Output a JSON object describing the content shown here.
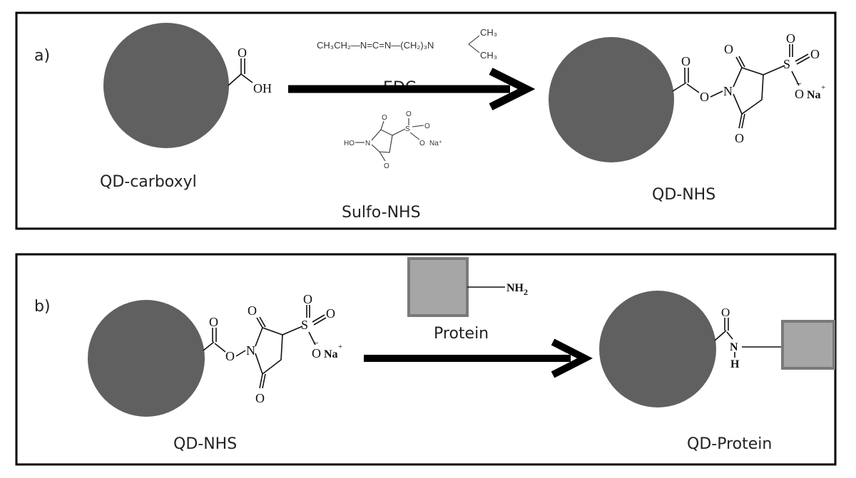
{
  "panel_a": {
    "tag": "a)",
    "start_label": "QD-carboxyl",
    "reagent1_label": "EDC",
    "reagent2_label": "Sulfo-NHS",
    "product_label": "QD-NHS",
    "carboxyl": {
      "o": "O",
      "oh": "OH"
    },
    "edc_formula": {
      "main": "CH₃CH₂—N=C=N—(CH₂)₃N",
      "me1": "CH₃",
      "me2": "CH₃"
    },
    "sulfo_small": {
      "ho": "HO",
      "n": "N",
      "o_top": "O",
      "o_bottom": "O",
      "s": "S",
      "o_s1": "O",
      "o_s2": "O",
      "o_minus": "O",
      "na": "Na⁺"
    },
    "nhs_ester": {
      "o_carbonyl": "O",
      "o_ester": "O",
      "n": "N",
      "o_top": "O",
      "o_bottom": "O",
      "s": "S",
      "o_s1": "O",
      "o_s2": "O",
      "o_minus": "O",
      "na": "Na"
    }
  },
  "panel_b": {
    "tag": "b)",
    "start_label": "QD-NHS",
    "reagent_label": "Protein",
    "product_label": "QD-Protein",
    "amine": {
      "nh": "NH",
      "sub": "2"
    },
    "nhs_ester": {
      "o_carbonyl": "O",
      "o_ester": "O",
      "n": "N",
      "o_top": "O",
      "o_bottom": "O",
      "s": "S",
      "o_s1": "O",
      "o_s2": "O",
      "o_minus": "O",
      "na": "Na"
    },
    "amide": {
      "o": "O",
      "n": "N",
      "h": "H"
    }
  },
  "colors": {
    "qd": "#606060",
    "protein_fill": "#a6a6a6",
    "protein_stroke": "#7a7a7a",
    "frame": "#000000"
  }
}
